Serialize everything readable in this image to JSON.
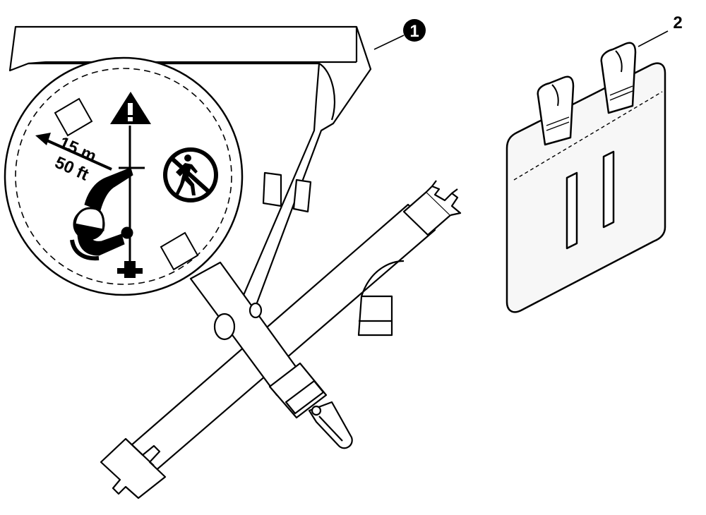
{
  "callouts": {
    "item1": "1",
    "item2": "2"
  },
  "sign": {
    "distance_m": "15 m",
    "distance_ft": "50 ft"
  },
  "icons": {
    "warning": "warning-triangle-icon",
    "no_pedestrian": "no-pedestrian-icon",
    "worker": "worker-with-pole-icon"
  },
  "colors": {
    "ink": "#000000",
    "paper": "#ffffff",
    "panel": "#f7f7f7"
  }
}
